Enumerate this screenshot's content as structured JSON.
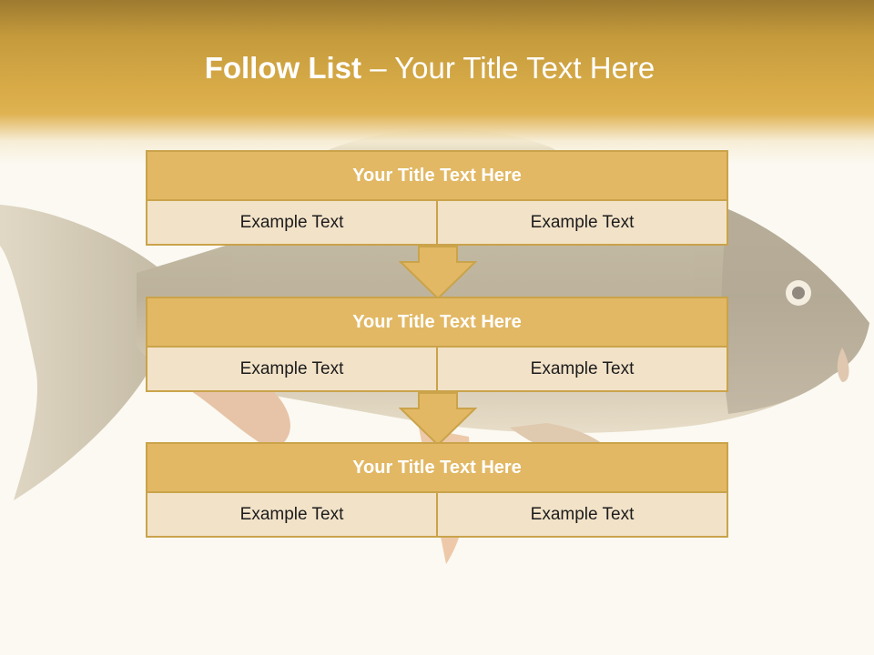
{
  "header": {
    "title_bold": "Follow List",
    "title_rest": " – Your Title Text Here"
  },
  "background": {
    "image_icon": "carp-fish-photo"
  },
  "blocks": [
    {
      "title": "Your Title Text Here",
      "left": "Example Text",
      "right": "Example Text"
    },
    {
      "title": "Your Title Text Here",
      "left": "Example Text",
      "right": "Example Text"
    },
    {
      "title": "Your Title Text Here",
      "left": "Example Text",
      "right": "Example Text"
    }
  ],
  "colors": {
    "accent_gold": "#e2b864",
    "border_gold": "#caa34a",
    "cell_fill": "#f2e2c8"
  }
}
